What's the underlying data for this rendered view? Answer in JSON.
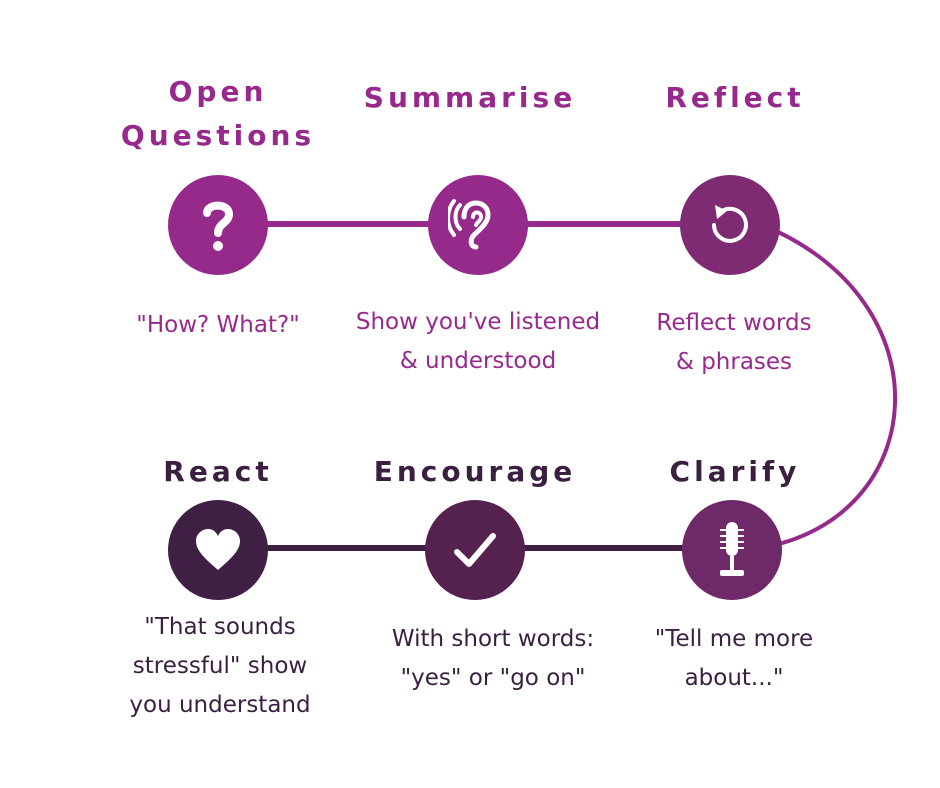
{
  "colors": {
    "top_node": "#962a8b",
    "top_line": "#962a8b",
    "bottom_line": "#3f2044",
    "top_text": "#98298c",
    "bottom_text": "#3b1f40"
  },
  "steps": [
    {
      "title_line1": "Open",
      "title_line2": "Questions",
      "desc_line1": "\"How? What?\"",
      "desc_line2": "",
      "icon": "question-mark-icon"
    },
    {
      "title_line1": "Summarise",
      "desc_line1": "Show you've listened",
      "desc_line2": "& understood",
      "icon": "ear-icon"
    },
    {
      "title_line1": "Reflect",
      "desc_line1": "Reflect words",
      "desc_line2": "& phrases",
      "icon": "refresh-icon"
    },
    {
      "title_line1": "Clarify",
      "desc_line1": "\"Tell me more",
      "desc_line2": "about...\"",
      "icon": "microphone-icon"
    },
    {
      "title_line1": "Encourage",
      "desc_line1": "With short words:",
      "desc_line2": "\"yes\" or \"go on\"",
      "icon": "checkmark-icon"
    },
    {
      "title_line1": "React",
      "desc_line1": "\"That sounds",
      "desc_line2": "stressful\" show",
      "desc_line3": "you understand",
      "icon": "heart-icon"
    }
  ]
}
